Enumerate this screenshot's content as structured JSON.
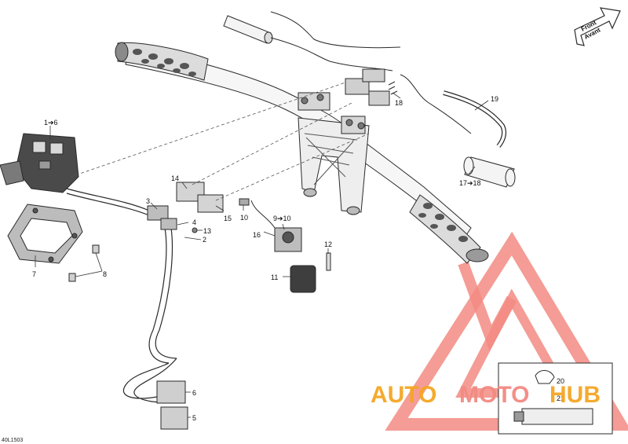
{
  "reference_code": "40L1503",
  "direction_badge": {
    "line1": "Front",
    "line2": "Avant"
  },
  "callouts": {
    "c1to6": "1➔6",
    "c2": "2",
    "c3": "3",
    "c4": "4",
    "c5": "5",
    "c6": "6",
    "c7": "7",
    "c8": "8",
    "c9to10": "9➔10",
    "c10": "10",
    "c11": "11",
    "c12": "12",
    "c13": "13",
    "c14": "14",
    "c15": "15",
    "c16": "16",
    "c17to18": "17➔18",
    "c18": "18",
    "c19": "19",
    "c20": "20",
    "c21": "21"
  },
  "watermark": {
    "part1": "AUTO",
    "part2": "MOTO",
    "part3": "HUB",
    "color_orange": "#f5a623",
    "color_red": "#e8442e"
  },
  "colors": {
    "line": "#2a2a2a",
    "fill_light": "#f4f4f4",
    "fill_mid": "#bdbdbd",
    "fill_dark": "#4a4a4a"
  }
}
